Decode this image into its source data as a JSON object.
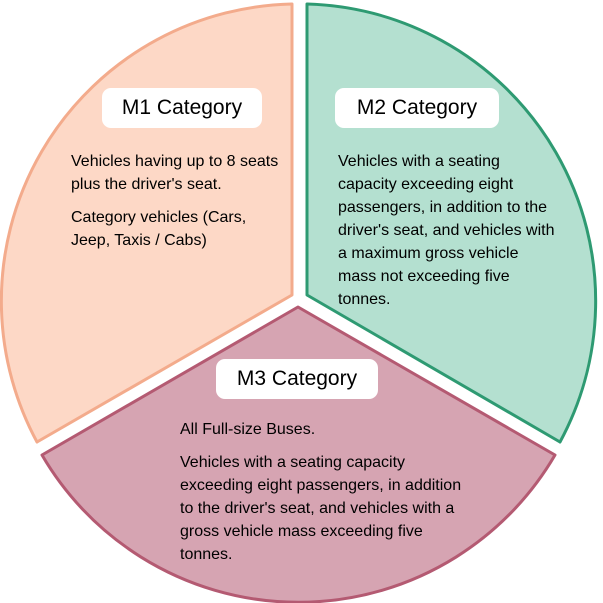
{
  "colors": {
    "m1_fill": "#fdd8c6",
    "m1_stroke": "#f3ab8c",
    "m2_fill": "#b4e0d0",
    "m2_stroke": "#2e9a72",
    "m3_fill": "#d6a4b2",
    "m3_stroke": "#b45a72"
  },
  "segments": [
    {
      "title": "M1 Category",
      "paragraphs": [
        "Vehicles having up to 8 seats plus the driver's seat.",
        "Category vehicles (Cars, Jeep, Taxis / Cabs)"
      ]
    },
    {
      "title": "M2 Category",
      "paragraphs": [
        "Vehicles with a seating capacity exceeding eight passengers, in addition to the driver's seat, and vehicles with a maximum gross vehicle mass not exceeding five tonnes."
      ]
    },
    {
      "title": "M3 Category",
      "paragraphs": [
        "All Full-size Buses.",
        "Vehicles with a seating capacity exceeding eight passengers, in addition to the driver's seat, and vehicles with a gross vehicle mass exceeding five tonnes."
      ]
    }
  ]
}
